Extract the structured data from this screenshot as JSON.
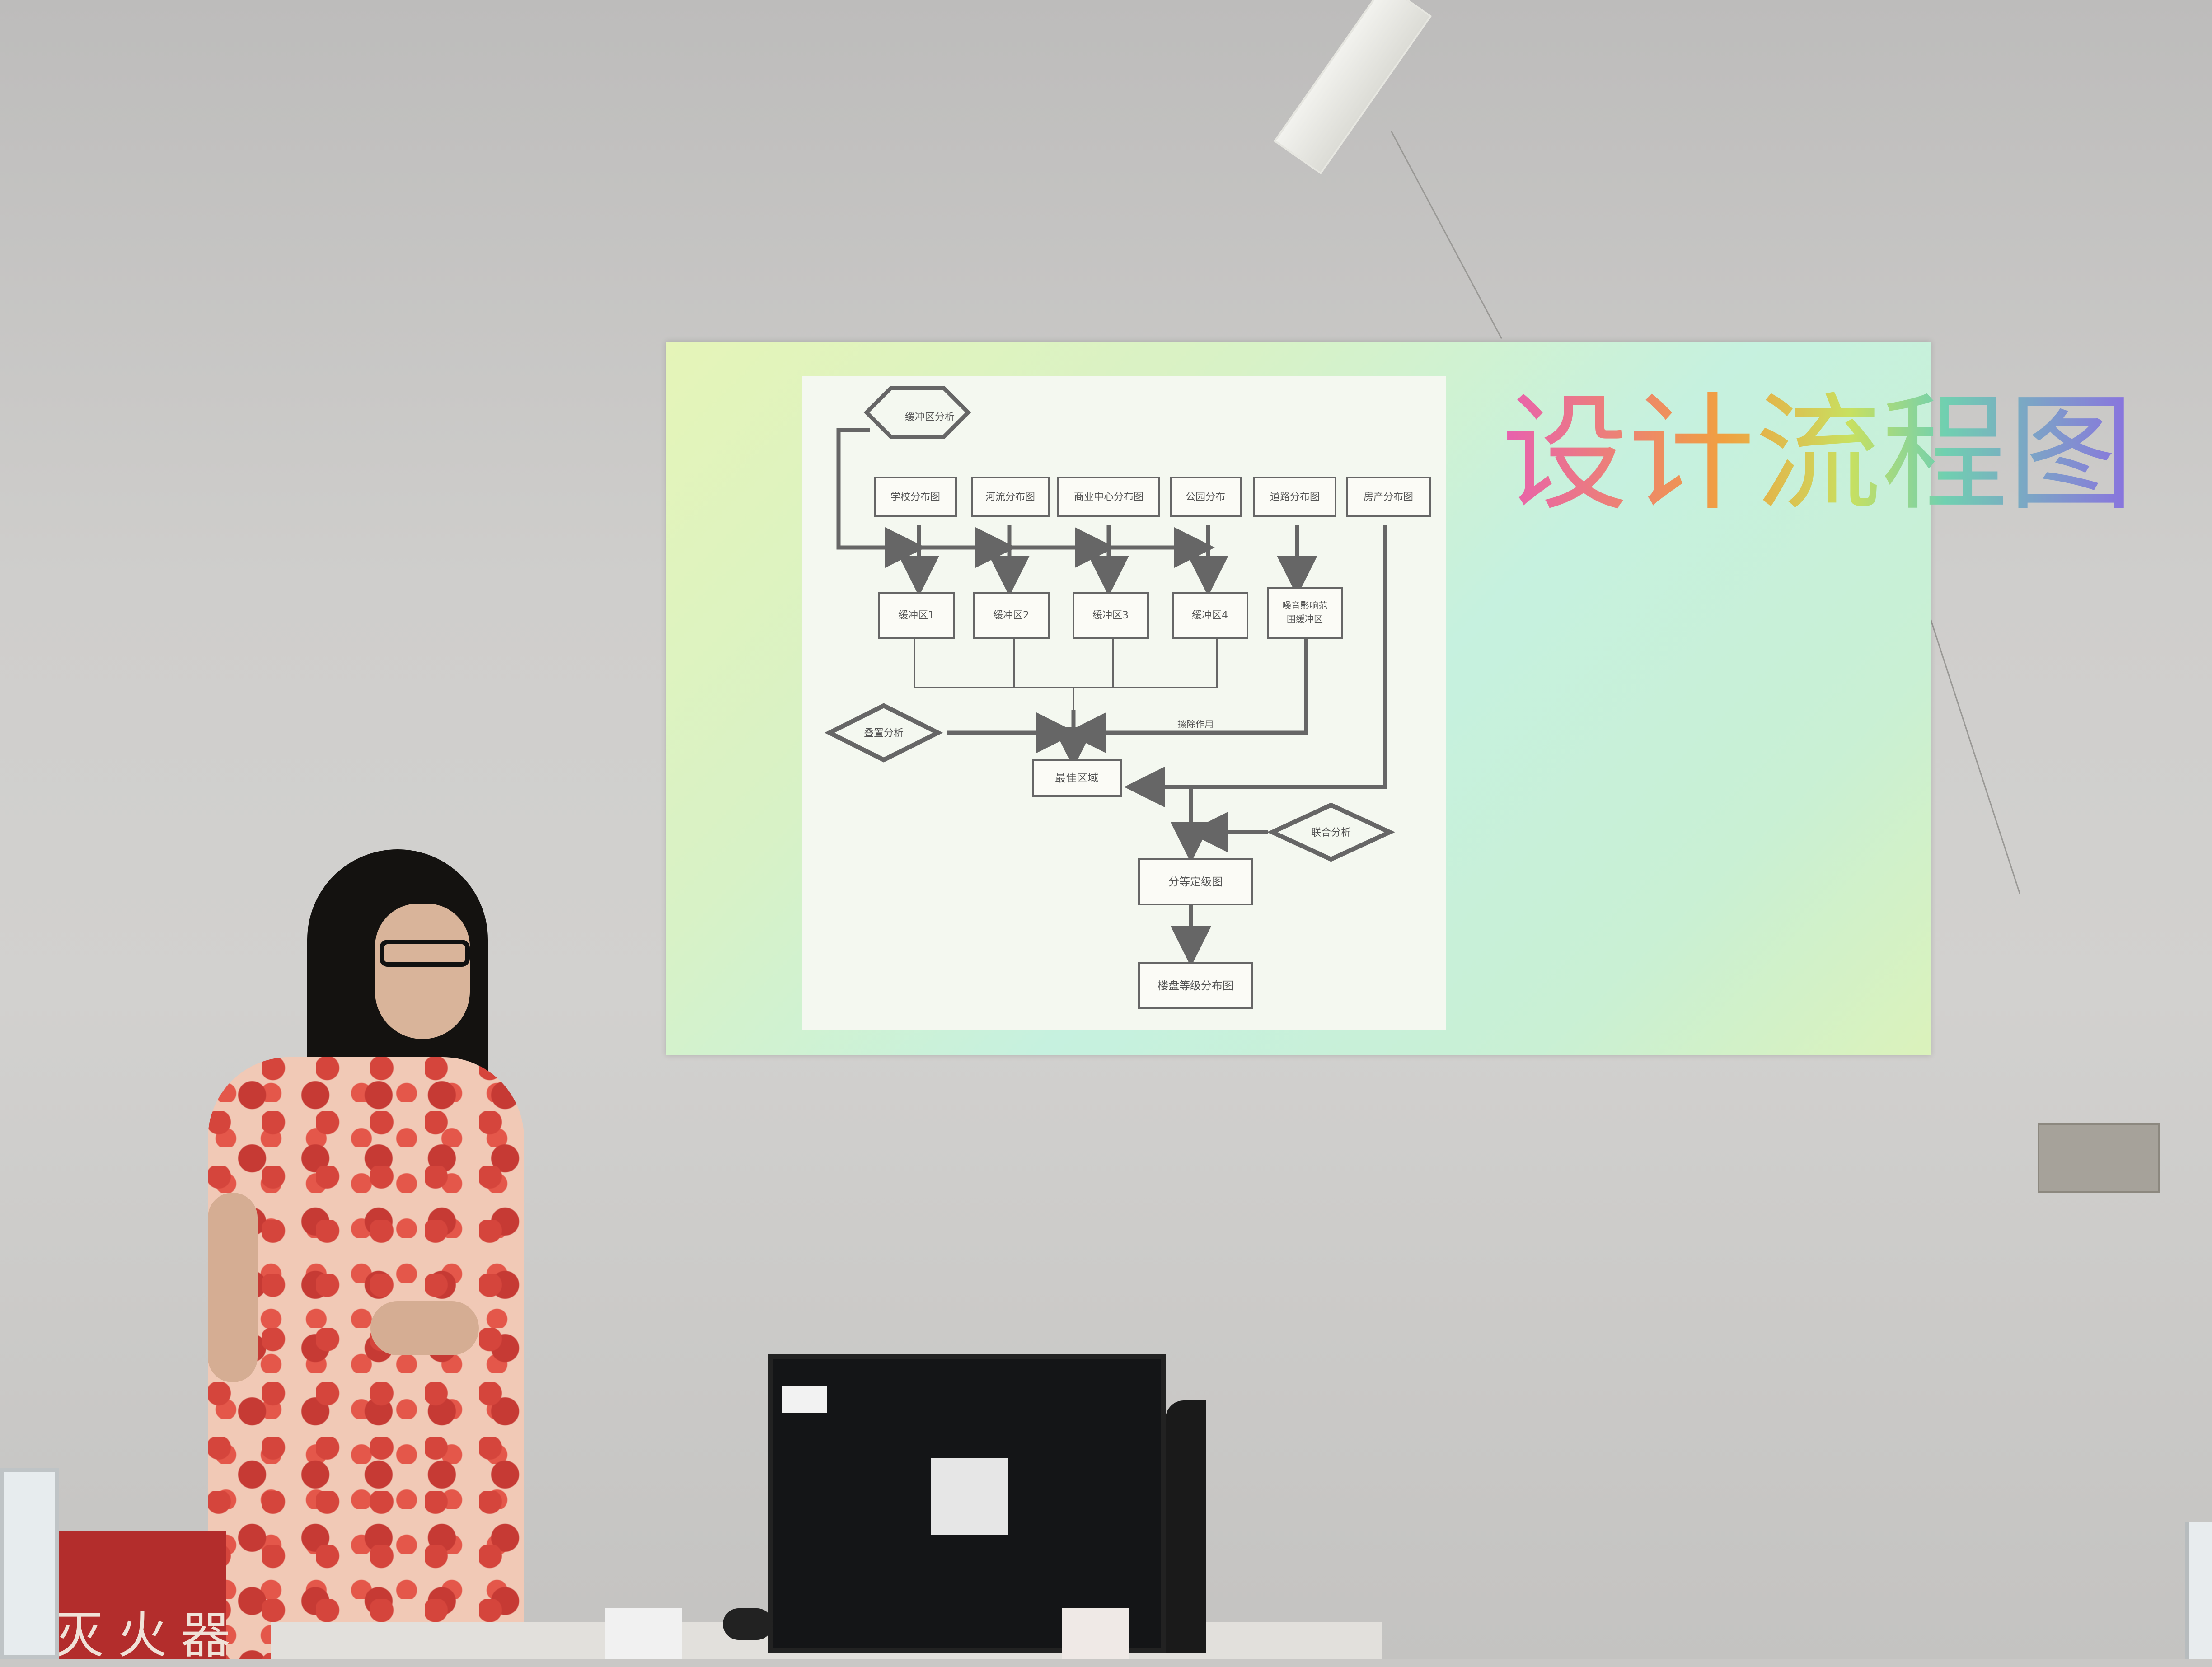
{
  "slide": {
    "title": "设计流程图",
    "flowchart": {
      "nodes": {
        "buffer_analysis": "缓冲区分析",
        "school": "学校分布图",
        "river": "河流分布图",
        "commercial": "商业中心分布图",
        "park": "公园分布",
        "road": "道路分布图",
        "property": "房产分布图",
        "buffer1": "缓冲区1",
        "buffer2": "缓冲区2",
        "buffer3": "缓冲区3",
        "buffer4": "缓冲区4",
        "noise_line1": "噪音影响范",
        "noise_line2": "围缓冲区",
        "overlay_analysis": "叠置分析",
        "erase_label": "擦除作用",
        "best_area": "最佳区域",
        "join_analysis": "联合分析",
        "graded_map": "分等定级图",
        "final_map": "楼盘等级分布图"
      }
    }
  },
  "room": {
    "extinguisher_text": "灭火器"
  },
  "colors": {
    "slide_bg": "#c9f0d4",
    "panel_bg": "#f4f8f0",
    "flow_line": "#666666",
    "wall": "#cfcecc"
  }
}
